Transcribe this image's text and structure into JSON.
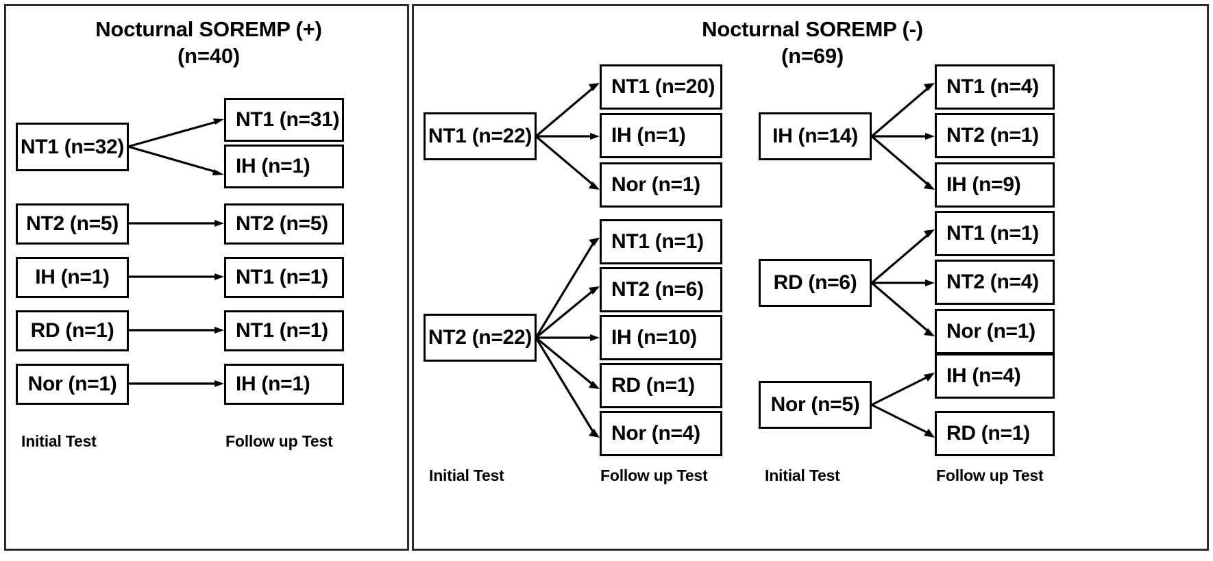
{
  "figure": {
    "type": "flowchart",
    "description": "Sleep-disorder diagnosis transitions from initial test to follow-up test, split by nocturnal SOREMP status"
  },
  "panels": [
    {
      "id": "soremp-positive",
      "title": "Nocturnal SOREMP (+)\n(n=40)",
      "title_line1": "Nocturnal SOREMP (+)",
      "title_line2": "(n=40)",
      "total": 40,
      "captions": {
        "initial": "Initial Test",
        "followup": "Follow up Test"
      },
      "groups": [
        {
          "id": "pos-nt1",
          "source": {
            "label": "NT1 (n=32)",
            "diagnosis": "NT1",
            "n": 32
          },
          "targets": [
            {
              "label": "NT1 (n=31)",
              "diagnosis": "NT1",
              "n": 31
            },
            {
              "label": "IH (n=1)",
              "diagnosis": "IH",
              "n": 1
            }
          ]
        },
        {
          "id": "pos-nt2",
          "source": {
            "label": "NT2 (n=5)",
            "diagnosis": "NT2",
            "n": 5
          },
          "targets": [
            {
              "label": "NT2 (n=5)",
              "diagnosis": "NT2",
              "n": 5
            }
          ]
        },
        {
          "id": "pos-ih",
          "source": {
            "label": "IH (n=1)",
            "diagnosis": "IH",
            "n": 1
          },
          "targets": [
            {
              "label": "NT1 (n=1)",
              "diagnosis": "NT1",
              "n": 1
            }
          ]
        },
        {
          "id": "pos-rd",
          "source": {
            "label": "RD (n=1)",
            "diagnosis": "RD",
            "n": 1
          },
          "targets": [
            {
              "label": "NT1 (n=1)",
              "diagnosis": "NT1",
              "n": 1
            }
          ]
        },
        {
          "id": "pos-nor",
          "source": {
            "label": "Nor (n=1)",
            "diagnosis": "Nor",
            "n": 1
          },
          "targets": [
            {
              "label": "IH (n=1)",
              "diagnosis": "IH",
              "n": 1
            }
          ]
        }
      ]
    },
    {
      "id": "soremp-negative",
      "title": "Nocturnal SOREMP (-)\n(n=69)",
      "title_line1": "Nocturnal SOREMP (-)",
      "title_line2": "(n=69)",
      "total": 69,
      "captions": {
        "initial_a": "Initial Test",
        "followup_a": "Follow up Test",
        "initial_b": "Initial Test",
        "followup_b": "Follow up Test"
      },
      "groups": [
        {
          "id": "neg-nt1",
          "source": {
            "label": "NT1 (n=22)",
            "diagnosis": "NT1",
            "n": 22
          },
          "targets": [
            {
              "label": "NT1 (n=20)",
              "diagnosis": "NT1",
              "n": 20
            },
            {
              "label": "IH (n=1)",
              "diagnosis": "IH",
              "n": 1
            },
            {
              "label": "Nor (n=1)",
              "diagnosis": "Nor",
              "n": 1
            }
          ]
        },
        {
          "id": "neg-nt2",
          "source": {
            "label": "NT2 (n=22)",
            "diagnosis": "NT2",
            "n": 22
          },
          "targets": [
            {
              "label": "NT1 (n=1)",
              "diagnosis": "NT1",
              "n": 1
            },
            {
              "label": "NT2 (n=6)",
              "diagnosis": "NT2",
              "n": 6
            },
            {
              "label": "IH (n=10)",
              "diagnosis": "IH",
              "n": 10
            },
            {
              "label": "RD (n=1)",
              "diagnosis": "RD",
              "n": 1
            },
            {
              "label": "Nor (n=4)",
              "diagnosis": "Nor",
              "n": 4
            }
          ]
        },
        {
          "id": "neg-ih",
          "source": {
            "label": "IH (n=14)",
            "diagnosis": "IH",
            "n": 14
          },
          "targets": [
            {
              "label": "NT1 (n=4)",
              "diagnosis": "NT1",
              "n": 4
            },
            {
              "label": "NT2 (n=1)",
              "diagnosis": "NT2",
              "n": 1
            },
            {
              "label": "IH (n=9)",
              "diagnosis": "IH",
              "n": 9
            }
          ]
        },
        {
          "id": "neg-rd",
          "source": {
            "label": "RD (n=6)",
            "diagnosis": "RD",
            "n": 6
          },
          "targets": [
            {
              "label": "NT1 (n=1)",
              "diagnosis": "NT1",
              "n": 1
            },
            {
              "label": "NT2 (n=4)",
              "diagnosis": "NT2",
              "n": 4
            },
            {
              "label": "Nor (n=1)",
              "diagnosis": "Nor",
              "n": 1
            }
          ]
        },
        {
          "id": "neg-nor",
          "source": {
            "label": "Nor (n=5)",
            "diagnosis": "Nor",
            "n": 5
          },
          "targets": [
            {
              "label": "IH (n=4)",
              "diagnosis": "IH",
              "n": 4
            },
            {
              "label": "RD (n=1)",
              "diagnosis": "RD",
              "n": 1
            }
          ]
        }
      ]
    }
  ],
  "colors": {
    "stroke": "#000000",
    "frame": "#2a2a2a",
    "background": "#ffffff"
  }
}
